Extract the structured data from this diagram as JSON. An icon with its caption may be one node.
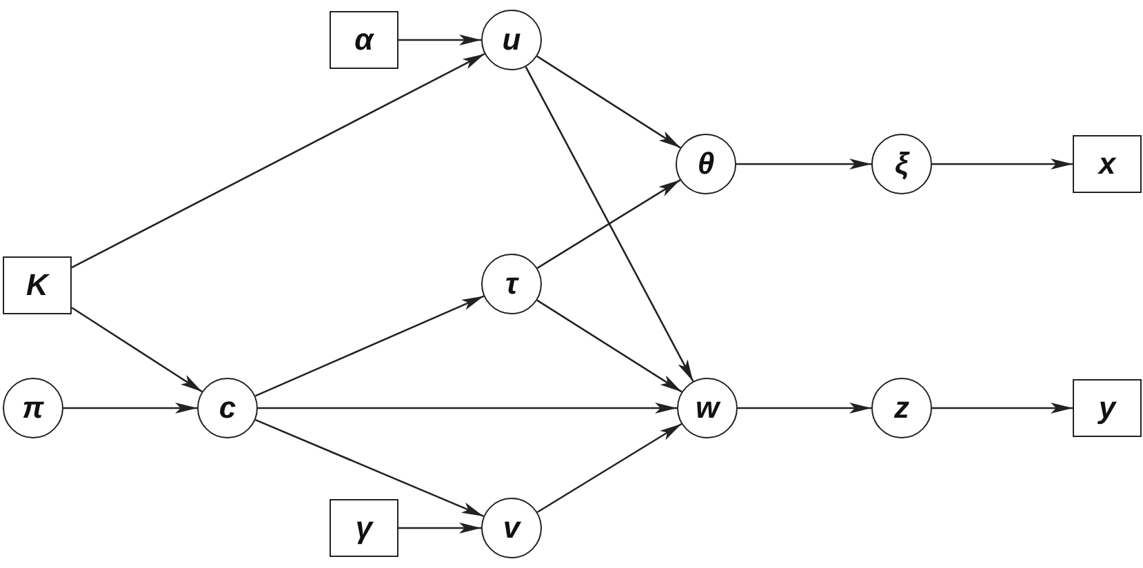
{
  "diagram": {
    "nodes": [
      {
        "text": [
          "α"
        ]
      },
      {
        "text": [
          "u"
        ]
      },
      {
        "text": [
          "θ"
        ]
      },
      {
        "text": [
          "ξ"
        ]
      },
      {
        "text": [
          "x"
        ]
      },
      {
        "text": [
          "K"
        ]
      },
      {
        "text": [
          "τ"
        ]
      },
      {
        "text": [
          "π"
        ]
      },
      {
        "text": [
          "c"
        ]
      },
      {
        "text": [
          "w"
        ]
      },
      {
        "text": [
          "z"
        ]
      },
      {
        "text": [
          "y"
        ]
      },
      {
        "text": [
          "γ"
        ]
      },
      {
        "text": [
          "v"
        ]
      }
    ],
    "edges": [
      {
        "from": 0,
        "to": 1,
        "arrow": "to"
      },
      {
        "from": 5,
        "to": 1,
        "arrow": "to"
      },
      {
        "from": 5,
        "to": 8,
        "arrow": "to"
      },
      {
        "from": 7,
        "to": 8,
        "arrow": "to"
      },
      {
        "from": 1,
        "to": 2,
        "arrow": "to"
      },
      {
        "from": 1,
        "to": 9,
        "arrow": "to"
      },
      {
        "from": 8,
        "to": 6,
        "arrow": "to"
      },
      {
        "from": 8,
        "to": 9,
        "arrow": "to"
      },
      {
        "from": 8,
        "to": 13,
        "arrow": "to"
      },
      {
        "from": 6,
        "to": 2,
        "arrow": "to"
      },
      {
        "from": 6,
        "to": 9,
        "arrow": "to"
      },
      {
        "from": 12,
        "to": 13,
        "arrow": "to"
      },
      {
        "from": 13,
        "to": 9,
        "arrow": "to"
      },
      {
        "from": 2,
        "to": 3,
        "arrow": "to"
      },
      {
        "from": 3,
        "to": 4,
        "arrow": "to"
      },
      {
        "from": 9,
        "to": 10,
        "arrow": "to"
      },
      {
        "from": 10,
        "to": 11,
        "arrow": "to"
      }
    ]
  }
}
